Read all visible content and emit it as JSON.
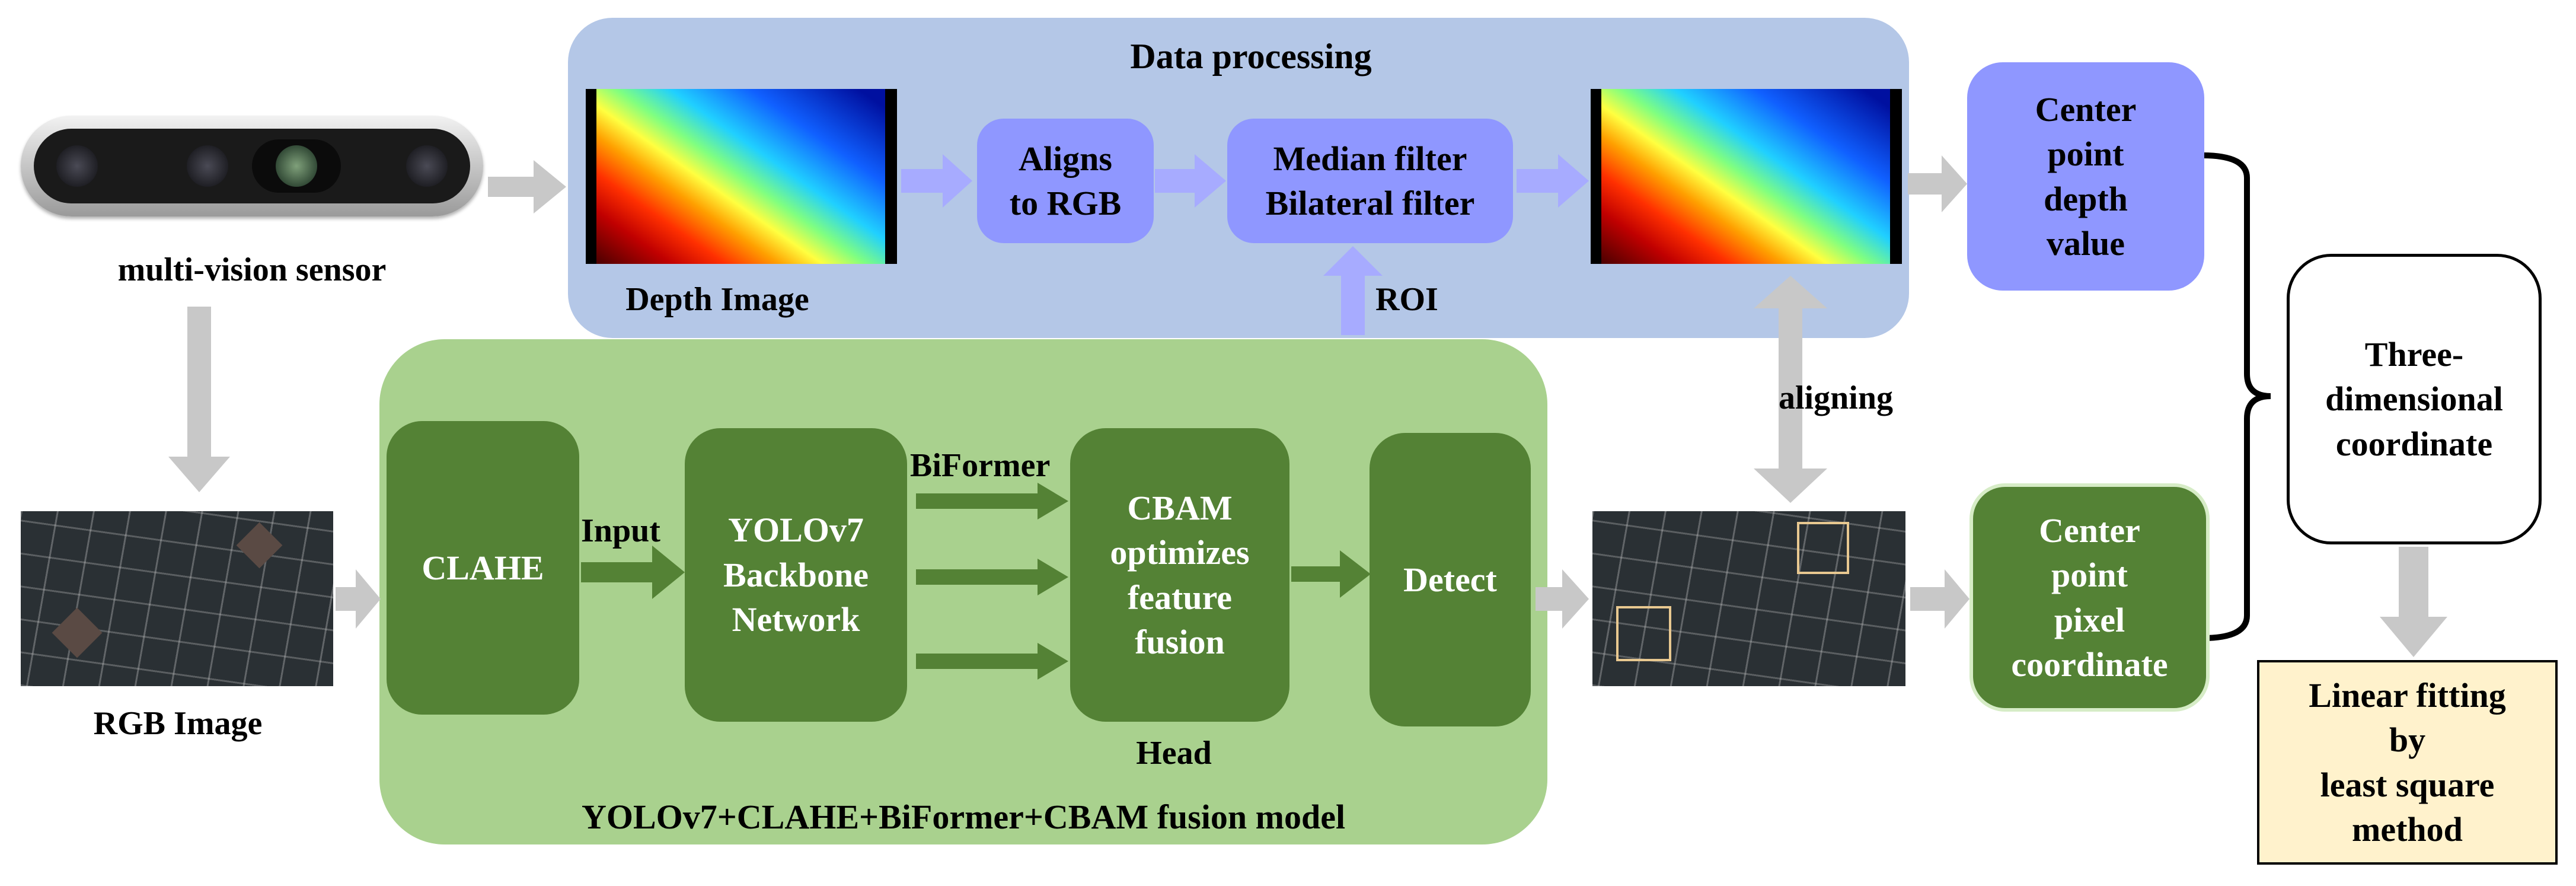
{
  "sensor": {
    "label": "multi-vision sensor"
  },
  "rgb_image": {
    "label": "RGB Image"
  },
  "data_processing": {
    "title": "Data processing",
    "depth_image_label": "Depth Image",
    "aligns_line1": "Aligns",
    "aligns_line2": "to RGB",
    "filter_line1": "Median filter",
    "filter_line2": "Bilateral filter",
    "roi_label": "ROI"
  },
  "model": {
    "title": "YOLOv7+CLAHE+BiFormer+CBAM fusion model",
    "clahe": "CLAHE",
    "input_label": "Input",
    "backbone_line1": "YOLOv7",
    "backbone_line2": "Backbone",
    "backbone_line3": "Network",
    "biformer_label": "BiFormer",
    "cbam_line1": "CBAM",
    "cbam_line2": "optimizes",
    "cbam_line3": "feature",
    "cbam_line4": "fusion",
    "head_label": "Head",
    "detect": "Detect"
  },
  "aligning_label": "aligning",
  "center_depth": {
    "line1": "Center",
    "line2": "point",
    "line3": "depth",
    "line4": "value"
  },
  "center_pixel": {
    "line1": "Center",
    "line2": "point",
    "line3": "pixel",
    "line4": "coordinate"
  },
  "three_d": {
    "line1": "Three-",
    "line2": "dimensional",
    "line3": "coordinate"
  },
  "linear_fit": {
    "line1": "Linear fitting",
    "line2": "by",
    "line3": "least square",
    "line4": "method"
  },
  "colors": {
    "blue_panel": "#b4c7e7",
    "green_panel": "#a9d18e",
    "dark_green": "#548235",
    "purple_box": "#8f97ff",
    "light_yellow": "#fff2cc",
    "arrow_gray": "#c8c8c8",
    "arrow_purple": "#a7abff",
    "arrow_green": "#548235"
  }
}
